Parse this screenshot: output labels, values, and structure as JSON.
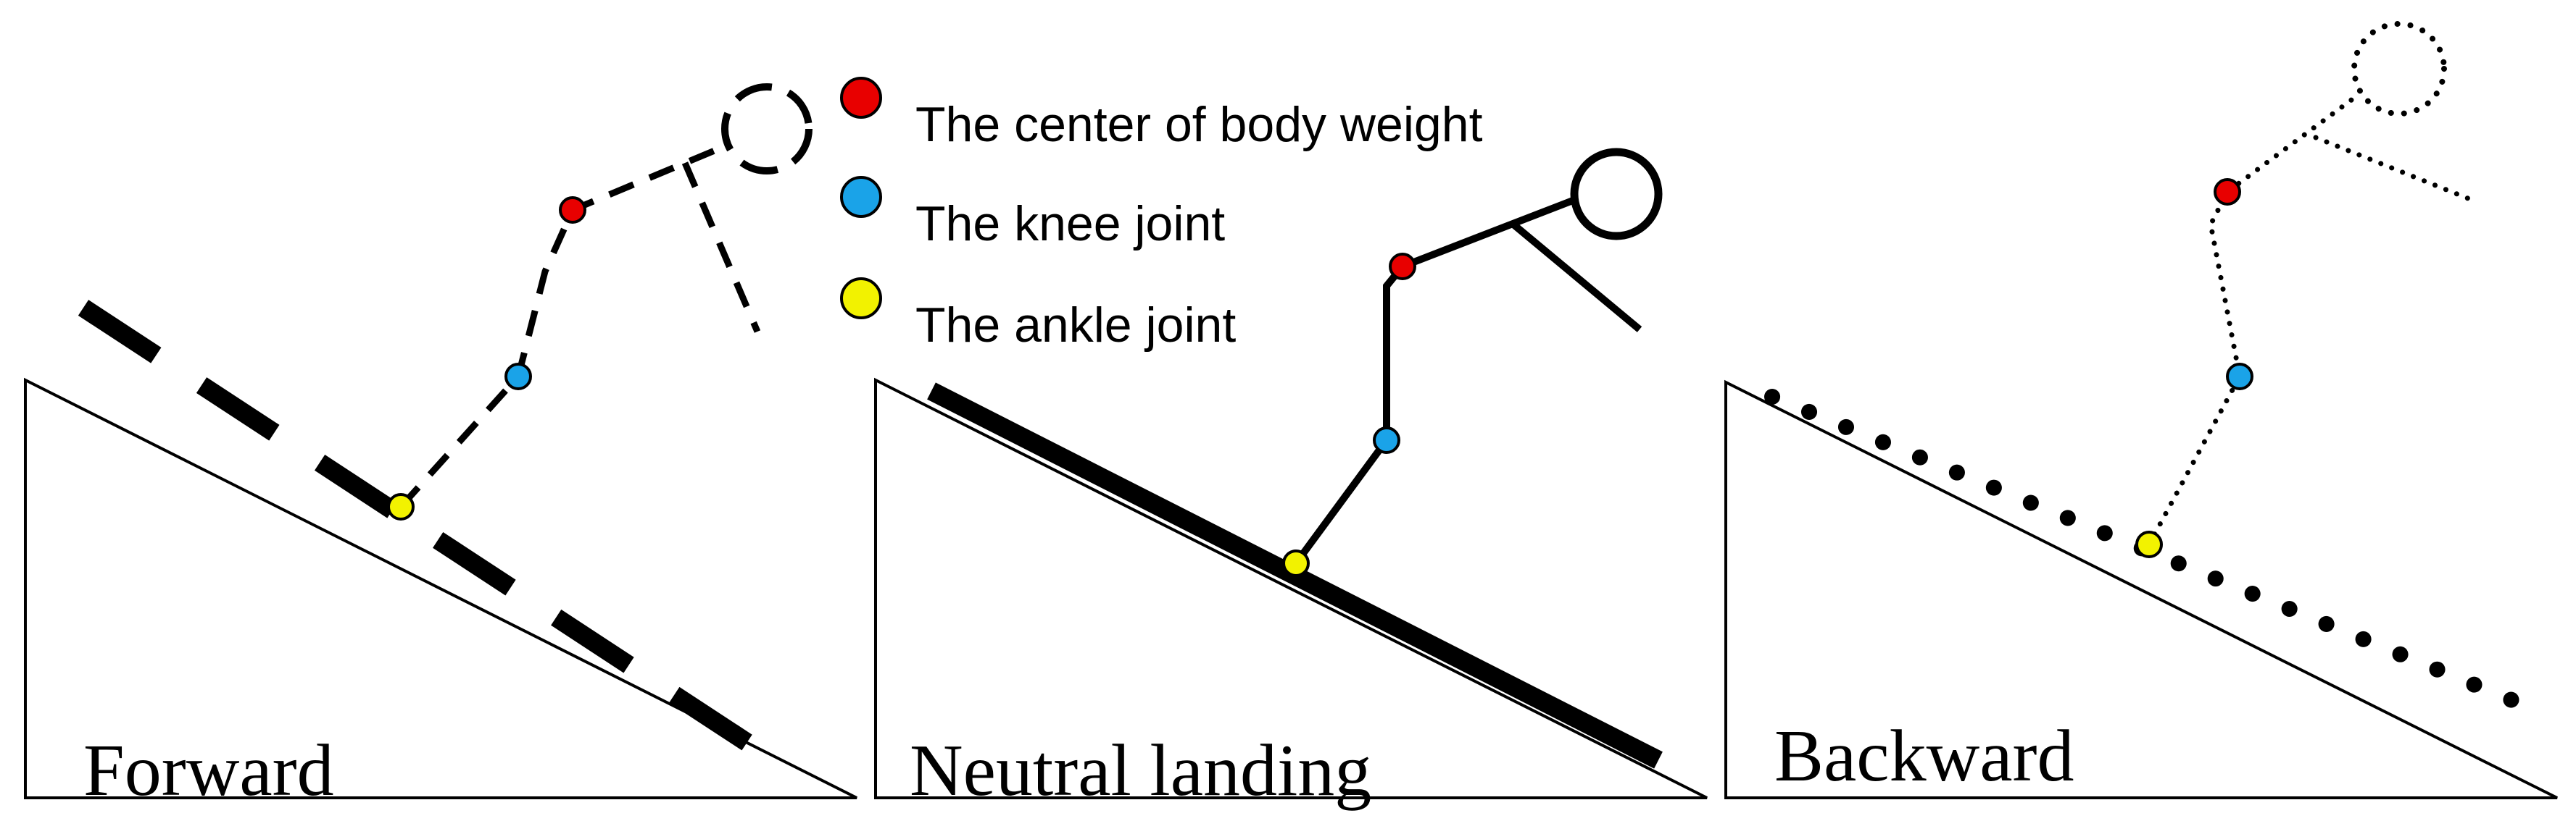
{
  "legend": [
    {
      "id": "cog",
      "label": "The center of body weight",
      "color": "#e80000"
    },
    {
      "id": "knee",
      "label": "The knee joint",
      "color": "#1aa3e8"
    },
    {
      "id": "ankle",
      "label": "The ankle joint",
      "color": "#f2f200"
    }
  ],
  "panels": [
    {
      "id": "forward",
      "label": "Forward",
      "line_style": "dashed"
    },
    {
      "id": "neutral",
      "label": "Neutral landing",
      "line_style": "solid"
    },
    {
      "id": "backward",
      "label": "Backward",
      "line_style": "dotted"
    }
  ],
  "colors": {
    "stroke": "#000000",
    "background": "#ffffff"
  }
}
